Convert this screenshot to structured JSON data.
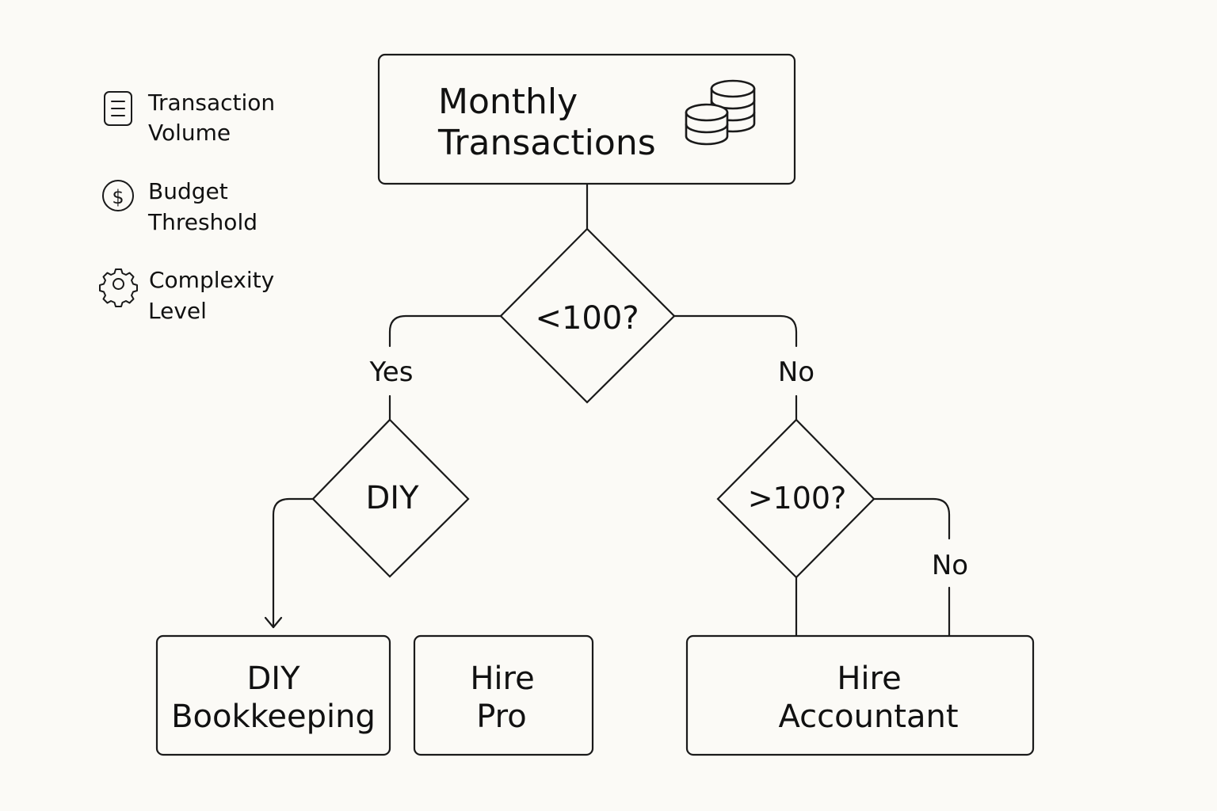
{
  "legend": {
    "items": [
      {
        "icon": "document-icon",
        "line1": "Transaction",
        "line2": "Volume"
      },
      {
        "icon": "dollar-circle-icon",
        "line1": "Budget",
        "line2": "Threshold"
      },
      {
        "icon": "gear-icon",
        "line1": "Complexity",
        "line2": "Level"
      }
    ]
  },
  "start": {
    "line1": "Monthly",
    "line2": "Transactions",
    "icon": "coins-stack-icon"
  },
  "decisions": {
    "main": {
      "label": "<100?"
    },
    "diy": {
      "label": "DIY"
    },
    "over": {
      "label": ">100?"
    }
  },
  "branches": {
    "yes": "Yes",
    "no": "No",
    "no2": "No"
  },
  "outcomes": {
    "diy_bookkeeping": {
      "line1": "DIY",
      "line2": "Bookkeeping"
    },
    "hire_pro": {
      "line1": "Hire",
      "line2": "Pro"
    },
    "hire_accountant": {
      "line1": "Hire",
      "line2": "Accountant"
    }
  }
}
